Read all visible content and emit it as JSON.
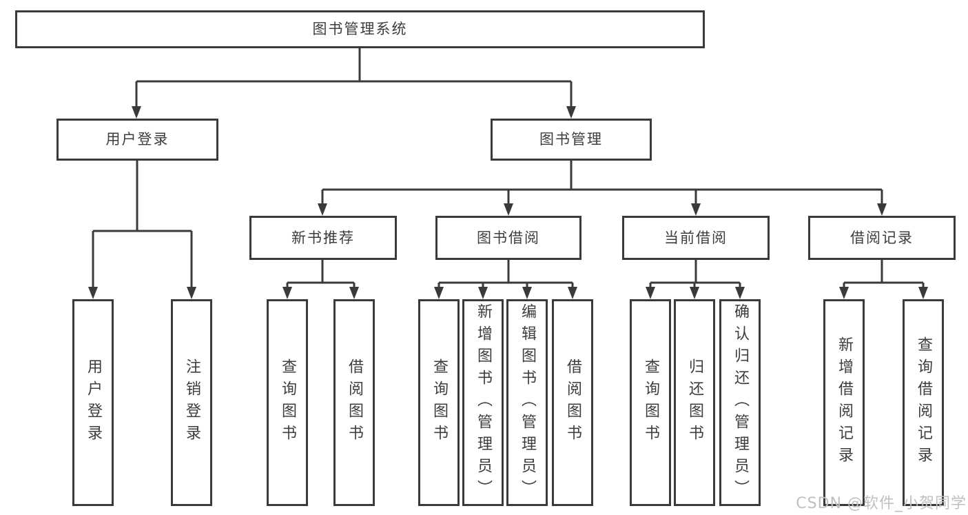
{
  "colors": {
    "line": "#3a3a3a",
    "box_border": "#3a3a3a",
    "box_fill": "#ffffff",
    "text": "#3d3d3d",
    "watermark": "#c0c0c0",
    "background": "#ffffff"
  },
  "diagram": {
    "root": "图书管理系统",
    "branches": [
      {
        "label": "用户登录",
        "leaves": [
          "用户登录",
          "注销登录"
        ]
      },
      {
        "label": "图书管理",
        "children": [
          {
            "label": "新书推荐",
            "leaves": [
              "查询图书",
              "借阅图书"
            ]
          },
          {
            "label": "图书借阅",
            "leaves": [
              "查询图书",
              "新增图书（管理员）",
              "编辑图书（管理员）",
              "借阅图书"
            ]
          },
          {
            "label": "当前借阅",
            "leaves": [
              "查询图书",
              "归还图书",
              "确认归还（管理员）"
            ]
          },
          {
            "label": "借阅记录",
            "leaves": [
              "新增借阅记录",
              "查询借阅记录"
            ]
          }
        ]
      }
    ]
  },
  "watermark": "CSDN @软件_小贺同学"
}
